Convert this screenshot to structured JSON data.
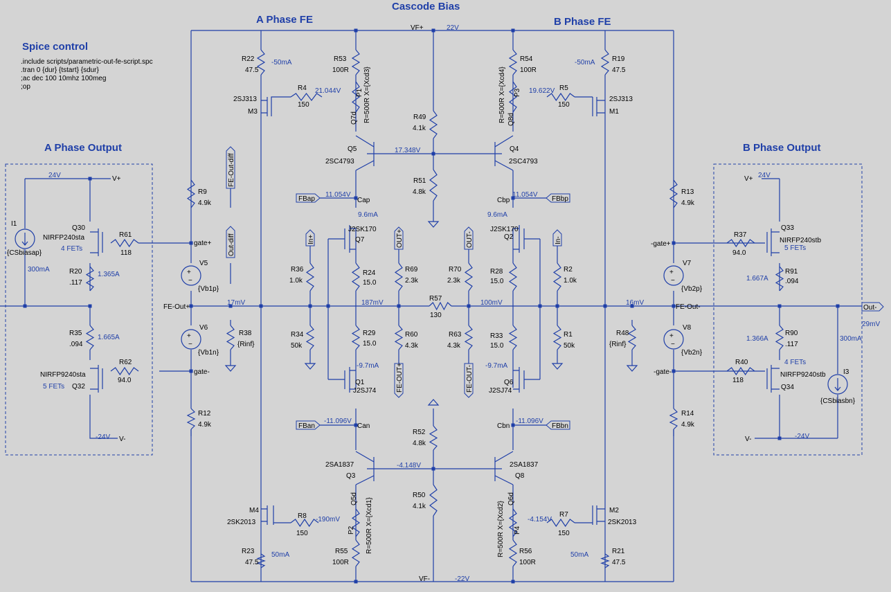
{
  "titles": {
    "cascode": "Cascode Bias",
    "a_fe": "A Phase FE",
    "b_fe": "B Phase FE",
    "a_out": "A Phase Output",
    "b_out": "B Phase Output",
    "spice": "Spice control"
  },
  "spice_lines": [
    ".include scripts/parametric-out-fe-script.spc",
    ".tran 0 {dur} {tstart} {sdur}",
    ";ac dec 100 10mhz 100meg",
    ";op"
  ],
  "rails": {
    "vfp": "VF+",
    "vfp_v": "22V",
    "vfn": "VF-",
    "vfn_v": "-22V"
  },
  "labels": {
    "r22": "R22",
    "r22v": "47.5",
    "r22i": "-50mA",
    "r53": "R53",
    "r53v": "100R",
    "p1x": "R=500R X={Xcd3}",
    "p1": "P1",
    "q7d": "Q7d",
    "r4": "R4",
    "r4v": "150",
    "r4n": "21.044V",
    "m3": "M3",
    "m3t": "2SJ313",
    "r49": "R49",
    "r49v": "4.1k",
    "q5": "Q5",
    "q5t": "2SC4793",
    "n17": "17.348V",
    "r54": "R54",
    "r54v": "100R",
    "p3x": "R=500R X={Xcd4}",
    "p3": "P3",
    "q8d": "Q8d",
    "r5": "R5",
    "r5v": "150",
    "r5n": "19.622V",
    "m1": "M1",
    "m1t": "2SJ313",
    "r19": "R19",
    "r19v": "47.5",
    "r19i": "-50mA",
    "q4": "Q4",
    "q4t": "2SC4793",
    "r51": "R51",
    "r51v": "4.8k",
    "fbap": "FBap",
    "cap": "Cap",
    "capv": "11.054V",
    "cap_i": "9.6mA",
    "fbbp": "FBbp",
    "cbp": "Cbp",
    "cbpv": "11.054V",
    "cbp_i": "9.6mA",
    "q7": "Q7",
    "q7t": "J2SK170",
    "q2": "Q2",
    "q2t": "J2SK170",
    "inp": "In+",
    "inn": "In-",
    "outp": "OUT+",
    "outn": "OUT-",
    "r36": "R36",
    "r36v": "1.0k",
    "r24": "R24",
    "r24v": "15.0",
    "r69": "R69",
    "r69v": "2.3k",
    "r70": "R70",
    "r70v": "2.3k",
    "r28": "R28",
    "r28v": "15.0",
    "r2": "R2",
    "r2v": "1.0k",
    "n187": "187mV",
    "r57": "R57",
    "r57v": "130",
    "n100": "100mV",
    "r34": "R34",
    "r34v": "50k",
    "r29": "R29",
    "r29v": "15.0",
    "r60": "R60",
    "r60v": "4.3k",
    "r63": "R63",
    "r63v": "4.3k",
    "r33": "R33",
    "r33v": "15.0",
    "r1": "R1",
    "r1v": "50k",
    "fe_outm": "FE-OUT-",
    "fe_outp": "FE-OUT+",
    "i97a": "-9.7mA",
    "i97b": "-9.7mA",
    "q1": "Q1",
    "q1t": "J2SJ74",
    "q6": "Q6",
    "q6t": "J2SJ74",
    "fban": "FBan",
    "can": "Can",
    "canv": "-11.096V",
    "fbbn": "FBbn",
    "cbn": "Cbn",
    "cbnv": "-11.096V",
    "r52": "R52",
    "r52v": "4.8k",
    "q3": "Q3",
    "q3t": "2SA1837",
    "q8": "Q8",
    "q8t": "2SA1837",
    "n4148": "-4.148V",
    "r50": "R50",
    "r50v": "4.1k",
    "q5d": "Q5d",
    "p2": "P2",
    "p2x": "R=500R X={Xcd1}",
    "q6d": "Q6d",
    "p4": "P4",
    "p4x": "R=500R X={Xcd2}",
    "m4": "M4",
    "m4t": "2SK2013",
    "r8": "R8",
    "r8v": "150",
    "r8n": "-190mV",
    "r7": "R7",
    "r7v": "150",
    "r7n": "-4.154V",
    "m2": "M2",
    "m2t": "2SK2013",
    "r55": "R55",
    "r55v": "100R",
    "r56": "R56",
    "r56v": "100R",
    "r23": "R23",
    "r23v": "47.5",
    "r23i": "50mA",
    "r21": "R21",
    "r21v": "47.5",
    "r21i": "50mA",
    "r9": "R9",
    "r9v": "4.9k",
    "gatep": "gate+",
    "v5": "V5",
    "v5v": "{Vb1p}",
    "fe_out_p": "FE-Out+",
    "n17mv": "17mV",
    "r38": "R38",
    "r38v": "{Rinf}",
    "v6": "V6",
    "v6v": "{Vb1n}",
    "gaten": "gate-",
    "r12": "R12",
    "r12v": "4.9k",
    "fe_out_diff": "FE-Out-diff",
    "out_diff": "Out-diff",
    "r13": "R13",
    "r13v": "4.9k",
    "gatep_b": "-gate+",
    "v7": "V7",
    "v7v": "{Vb2p}",
    "fe_out_m": "FE-Out-",
    "n16mv": "16mV",
    "r48": "R48",
    "r48v": "{Rinf}",
    "v8": "V8",
    "v8v": "{Vb2n}",
    "gaten_b": "-gate-",
    "r14": "R14",
    "r14v": "4.9k",
    "a24": "24V",
    "avp": "V+",
    "i1": "I1",
    "i1v": "{CSbiasap}",
    "i1i": "300mA",
    "q30": "Q30",
    "q30t": "NIRFP240sta",
    "q30n": "4 FETs",
    "r61": "R61",
    "r61v": "118",
    "r20": "R20",
    "r20v": ".117",
    "r20i": "1.365A",
    "r35": "R35",
    "r35v": ".094",
    "r35i": "1.665A",
    "q32t": "NIRFP9240sta",
    "q32n": "5 FETs",
    "q32": "Q32",
    "r62": "R62",
    "r62v": "94.0",
    "am24": "-24V",
    "avn": "V-",
    "b24": "24V",
    "bvp": "V+",
    "q33": "Q33",
    "q33t": "NIRFP240stb",
    "q33n": "5 FETs",
    "r37": "R37",
    "r37v": "94.0",
    "r91": "R91",
    "r91v": ".094",
    "r91i": "1.667A",
    "outm": "Out-",
    "n29": "29mV",
    "i3": "I3",
    "i3i": "300mA",
    "i3v": "{CSbiasbn}",
    "r90": "R90",
    "r90v": ".117",
    "r90i": "1.366A",
    "q34n": "4 FETs",
    "r40": "R40",
    "r40v": "118",
    "q34": "Q34",
    "q34t": "NIRFP9240stb",
    "bvn": "V-",
    "bm24": "-24V"
  }
}
